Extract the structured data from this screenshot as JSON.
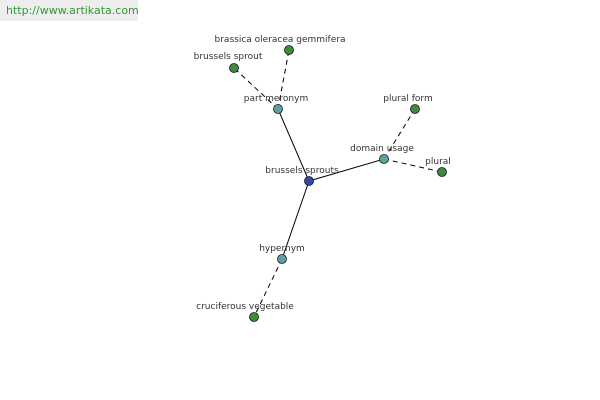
{
  "watermark": {
    "text": "http://www.artikata.com"
  },
  "colors": {
    "center": "#3344aa",
    "relation": "#5fa0a8",
    "leaf": "#3f8a3f",
    "edge": "#000000"
  },
  "graph": {
    "nodes": [
      {
        "id": "center",
        "label": "brussels sprouts",
        "kind": "center"
      },
      {
        "id": "part",
        "label": "part meronym",
        "kind": "relation"
      },
      {
        "id": "domain",
        "label": "domain usage",
        "kind": "relation"
      },
      {
        "id": "hyper",
        "label": "hypernym",
        "kind": "relation"
      },
      {
        "id": "bsprout",
        "label": "brussels sprout",
        "kind": "leaf"
      },
      {
        "id": "brassica",
        "label": "brassica oleracea gemmifera",
        "kind": "leaf"
      },
      {
        "id": "pluralform",
        "label": "plural form",
        "kind": "leaf"
      },
      {
        "id": "plural",
        "label": "plural",
        "kind": "leaf"
      },
      {
        "id": "crucif",
        "label": "cruciferous vegetable",
        "kind": "leaf"
      }
    ],
    "edges": [
      {
        "from": "center",
        "to": "part",
        "style": "solid"
      },
      {
        "from": "center",
        "to": "domain",
        "style": "solid"
      },
      {
        "from": "center",
        "to": "hyper",
        "style": "solid"
      },
      {
        "from": "part",
        "to": "bsprout",
        "style": "dashed"
      },
      {
        "from": "part",
        "to": "brassica",
        "style": "dashed"
      },
      {
        "from": "domain",
        "to": "pluralform",
        "style": "dashed"
      },
      {
        "from": "domain",
        "to": "plural",
        "style": "dashed"
      },
      {
        "from": "hyper",
        "to": "crucif",
        "style": "dashed"
      }
    ]
  }
}
